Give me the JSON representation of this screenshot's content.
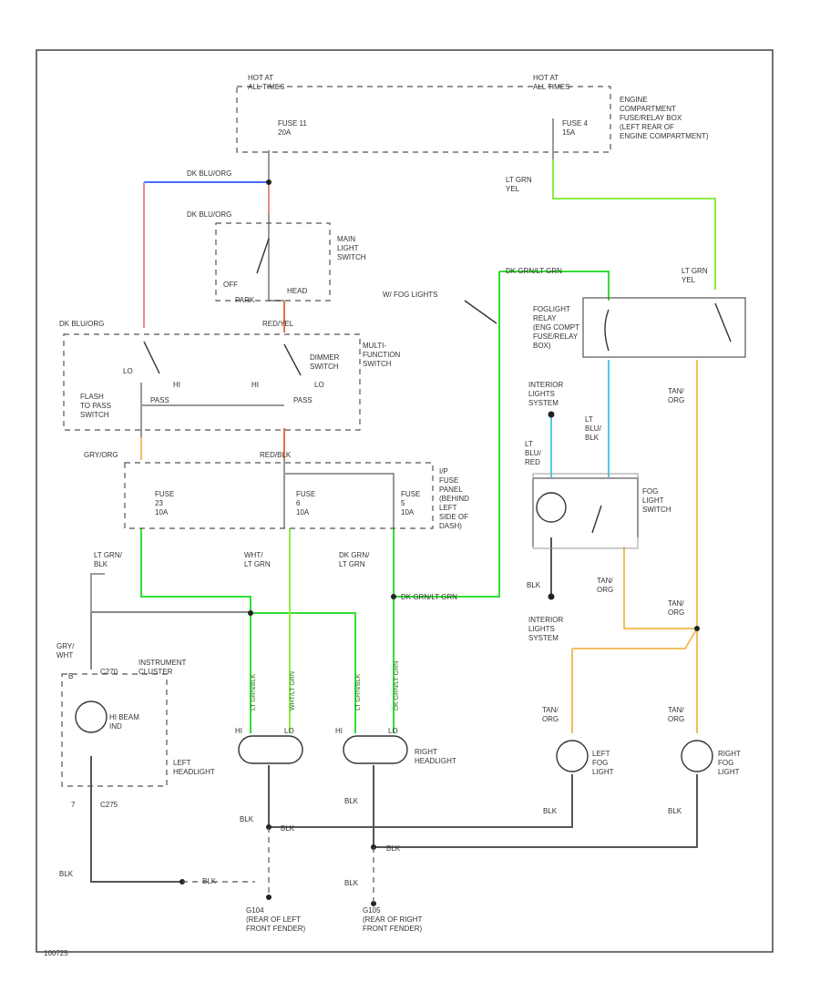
{
  "diagram": {
    "fuse_box_top": {
      "hot_left": "HOT AT\nALL TIMES",
      "hot_right": "HOT AT\nALL TIMES",
      "fuse_left": "FUSE 11\n20A",
      "fuse_right": "FUSE 4\n15A",
      "location": "ENGINE\nCOMPARTMENT\nFUSE/RELAY BOX\n(LEFT REAR OF\nENGINE COMPARTMENT)"
    },
    "wires": {
      "dk_blu_org_1": "DK BLU/ORG",
      "dk_blu_org_2": "DK BLU/ORG",
      "dk_blu_org_3": "DK BLU/ORG",
      "red_yel": "RED/YEL",
      "red_blk": "RED/BLK",
      "gry_org": "GRY/ORG",
      "lt_grn_yel_1": "LT GRN\nYEL",
      "lt_grn_yel_2": "LT GRN\nYEL",
      "dk_grn_lt_grn_top": "DK GRN/LT GRN",
      "lt_grn_blk": "LT GRN/\nBLK",
      "wht_lt_grn": "WHT/\nLT GRN",
      "dk_grn_lt_grn": "DK GRN/\nLT GRN",
      "dk_grn_lt_grn_mid": "DK GRN/LT GRN",
      "lt_blu_blk": "LT\nBLU/\nBLK",
      "lt_blu_red": "LT\nBLU/\nRED",
      "tan_org_1": "TAN/\nORG",
      "tan_org_2": "TAN/\nORG",
      "tan_org_3": "TAN/\nORG",
      "tan_org_4": "TAN/\nORG",
      "tan_org_5": "TAN/\nORG",
      "gry_wht": "GRY/\nWHT",
      "blk": "BLK",
      "blk_2": "BLK",
      "blk_3": "BLK",
      "blk_4": "BLK",
      "blk_5": "BLK",
      "blk_6": "BLK",
      "blk_7": "BLK",
      "blk_8": "BLK",
      "blk_9": "BLK",
      "blk_10": "BLK",
      "vert_1": "LT GRN/BLK",
      "vert_2": "WHT/LT GRN",
      "vert_3": "LT GRN/BLK",
      "vert_4": "DK GRN/LT GRN"
    },
    "components": {
      "main_light_switch": "MAIN\nLIGHT\nSWITCH",
      "switch_off": "OFF",
      "switch_park": "PARK",
      "switch_head": "HEAD",
      "multi_function_switch": "MULTI-\nFUNCTION\nSWITCH",
      "dimmer_switch": "DIMMER\nSWITCH",
      "flash_to_pass": "FLASH\nTO PASS\nSWITCH",
      "hi_1": "HI",
      "lo_1": "LO",
      "hi_2": "HI",
      "lo_2": "LO",
      "pass_1": "PASS",
      "pass_2": "PASS",
      "w_fog_lights": "W/ FOG LIGHTS",
      "fog_relay": "FOGLIGHT\nRELAY\n(ENG COMPT\nFUSE/RELAY\nBOX)",
      "interior_lights_1": "INTERIOR\nLIGHTS\nSYSTEM",
      "interior_lights_2": "INTERIOR\nLIGHTS\nSYSTEM",
      "fog_switch": "FOG\nLIGHT\nSWITCH",
      "fuse_23": "FUSE\n23\n10A",
      "fuse_6": "FUSE\n6\n10A",
      "fuse_5": "FUSE\n5\n10A",
      "ip_fuse_panel": "I/P\nFUSE\nPANEL\n(BEHIND\nLEFT\nSIDE OF\nDASH)",
      "instrument_cluster": "INSTRUMENT\nCLUSTER",
      "c270": "C270",
      "c275": "C275",
      "hi_beam_ind": "HI BEAM\nIND",
      "left_headlight": "LEFT\nHEADLIGHT",
      "right_headlight": "RIGHT\nHEADLIGHT",
      "hl_hi_l": "HI",
      "hl_lo_l": "LO",
      "hl_hi_r": "HI",
      "hl_lo_r": "LO",
      "left_fog": "LEFT\nFOG\nLIGHT",
      "right_fog": "RIGHT\nFOG\nLIGHT",
      "g104": "G104\n(REAR OF LEFT\nFRONT FENDER)",
      "g105": "G105\n(REAR OF RIGHT\nFRONT FENDER)",
      "pin_7": "7",
      "pin_b": "B"
    },
    "figure_id": "100725",
    "colors": {
      "blue": "#4a6cff",
      "red_pink": "#e88a8a",
      "orange_red": "#e3713a",
      "green": "#33dd33",
      "yellow_green": "#88ee44",
      "cyan": "#55c8e8",
      "tan": "#f0c060",
      "black": "#222222",
      "dashed_box": "#555555"
    }
  }
}
